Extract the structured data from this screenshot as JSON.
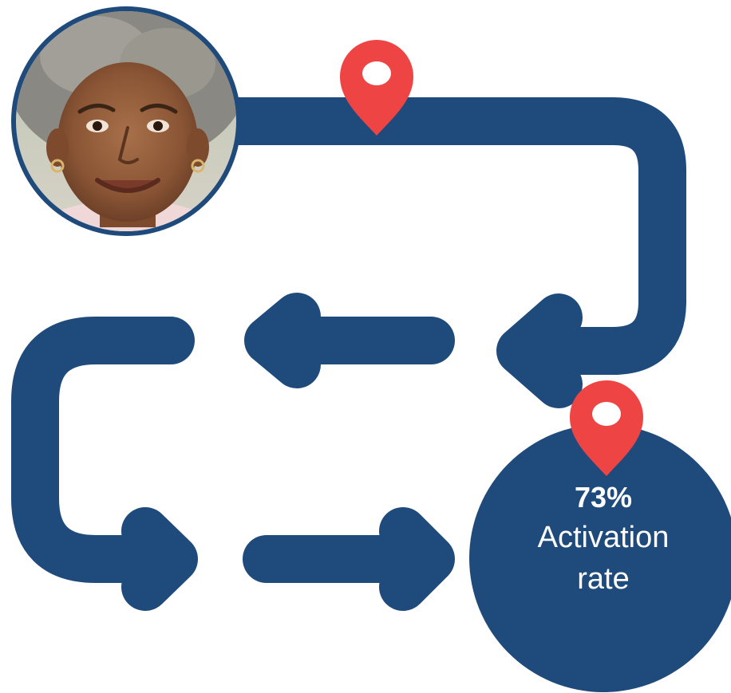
{
  "colors": {
    "path": "#1f4a7c",
    "pin": "#ef4444",
    "pin_hole": "#ffffff",
    "avatar_ring": "#1f4a7c",
    "stat_text": "#ffffff"
  },
  "avatar": {
    "icon": "smiling-woman-portrait"
  },
  "pins": [
    {
      "icon": "location-pin-icon"
    },
    {
      "icon": "location-pin-icon"
    }
  ],
  "stat": {
    "value": "73%",
    "line1": "Activation",
    "line2": "rate"
  }
}
